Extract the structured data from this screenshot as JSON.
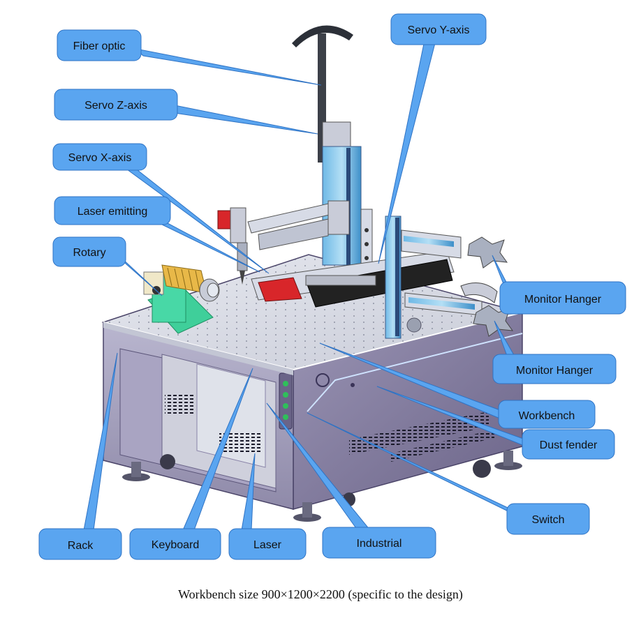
{
  "labels": {
    "fiber_optic": "Fiber optic",
    "servo_z": "Servo Z-axis",
    "servo_x": "Servo X-axis",
    "laser_emitting": "Laser emitting",
    "rotary": "Rotary",
    "servo_y": "Servo Y-axis",
    "monitor_hanger_1": "Monitor Hanger",
    "monitor_hanger_2": "Monitor Hanger",
    "workbench": "Workbench",
    "dust_fender": "Dust fender",
    "switch": "Switch",
    "rack": "Rack",
    "keyboard": "Keyboard",
    "laser": "Laser",
    "industrial": "Industrial"
  },
  "caption": "Workbench size 900×1200×2200 (specific to the design)",
  "colors": {
    "callout_fill": "#5aa5f0",
    "callout_stroke": "#2f73c4",
    "machine_body": "#8a83a6",
    "machine_top": "#d7dbe6",
    "rail_blue": "#4aa0d8",
    "green_bracket": "#3fcf9a",
    "gold": "#e8b848",
    "red": "#d8262a"
  }
}
